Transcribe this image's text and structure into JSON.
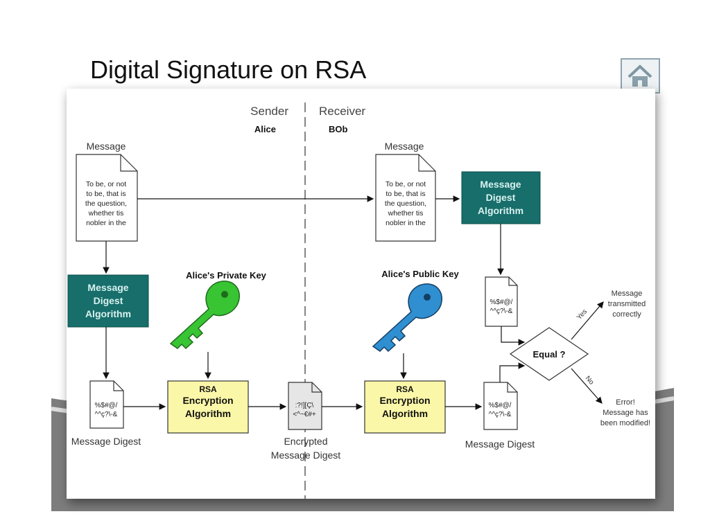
{
  "slide": {
    "title": "Digital Signature on RSA",
    "home_icon": "home-icon"
  },
  "diagram": {
    "sender_label": "Sender",
    "sender_name": "Alice",
    "receiver_label": "Receiver",
    "receiver_name": "BOb",
    "message_label": "Message",
    "message_text": [
      "To be, or not",
      "to be, that is",
      "the question,",
      "whether tis",
      "nobler in the"
    ],
    "digest_algo": [
      "Message",
      "Digest",
      "Algorithm"
    ],
    "digest_text": [
      "%$#@/",
      "^^ç?\\-&"
    ],
    "encrypted_text": [
      ":?!][Ç\\",
      "<^~€#+"
    ],
    "rsa_box": [
      "RSA",
      "Encryption",
      "Algorithm"
    ],
    "private_key_label": "Alice's Private Key",
    "public_key_label": "Alice's Public Key",
    "message_digest_label": "Message Digest",
    "encrypted_digest_label": [
      "Encrypted",
      "Message Digest"
    ],
    "equal_label": "Equal ?",
    "yes_label": "Yes",
    "no_label": "No",
    "success_text": [
      "Message",
      "transmitted",
      "correctly"
    ],
    "error_text": [
      "Error!",
      "Message has",
      "been modified!"
    ]
  },
  "colors": {
    "teal": "#176e6b",
    "rsa_yellow": "#fbf7a8",
    "private_key_green": "#38c433",
    "public_key_blue": "#2f8fd0",
    "doc_fill": "#ffffff",
    "encrypted_doc_fill": "#e6e6e6"
  }
}
